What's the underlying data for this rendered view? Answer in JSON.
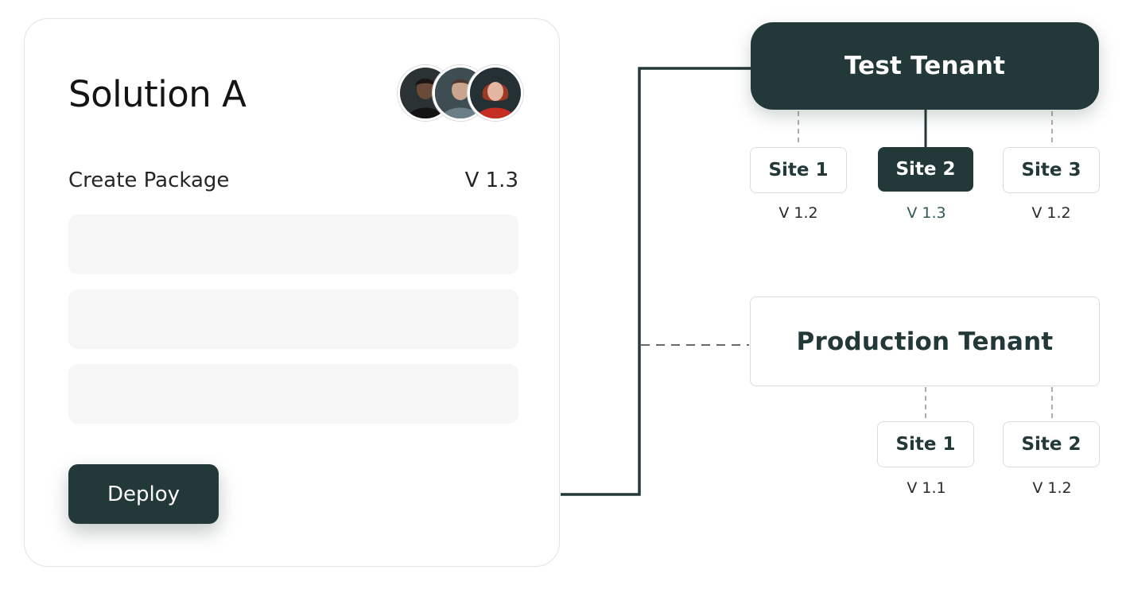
{
  "solution": {
    "title": "Solution A",
    "package_label": "Create Package",
    "package_version": "V 1.3",
    "deploy_label": "Deploy"
  },
  "colors": {
    "brand_dark": "#233838",
    "active_version_text": "#2f5a57",
    "placeholder_fill": "#f6f6f6"
  },
  "test_tenant": {
    "label": "Test Tenant",
    "sites": [
      {
        "label": "Site 1",
        "version": "V 1.2"
      },
      {
        "label": "Site 2",
        "version": "V 1.3",
        "active": true
      },
      {
        "label": "Site 3",
        "version": "V 1.2"
      }
    ]
  },
  "production_tenant": {
    "label": "Production Tenant",
    "sites": [
      {
        "label": "Site 1",
        "version": "V 1.1"
      },
      {
        "label": "Site 2",
        "version": "V 1.2"
      }
    ]
  }
}
